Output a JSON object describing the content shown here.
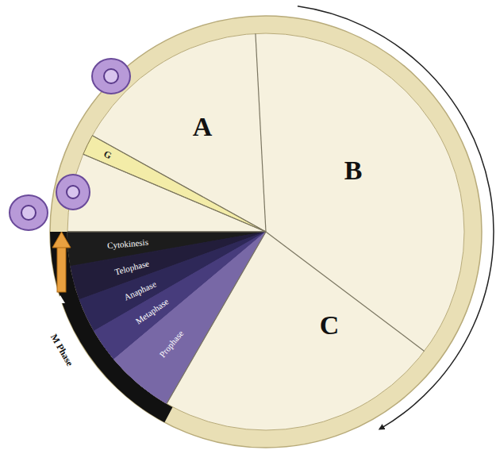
{
  "diagram": {
    "labels": [
      "A",
      "B",
      "C",
      "G",
      "Cytokinesis",
      "Telophase",
      "Anaphase",
      "Metaphase",
      "Prophase",
      "M Phase"
    ]
  }
}
